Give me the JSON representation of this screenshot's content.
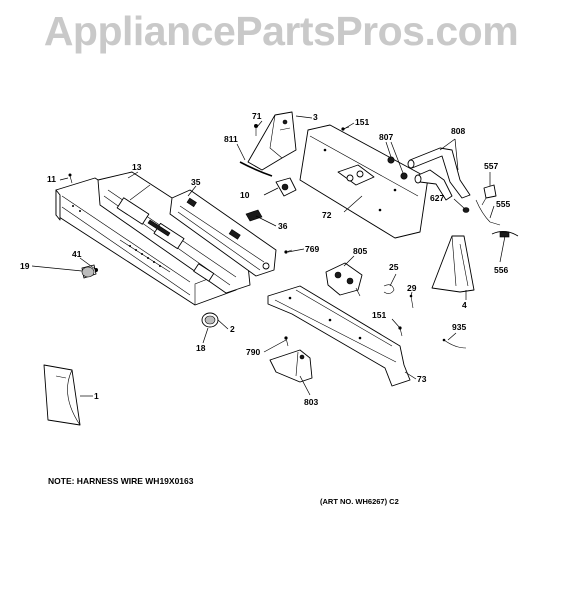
{
  "watermark": "AppliancePartsPros.com",
  "note": "NOTE: HARNESS WIRE WH19X0163",
  "art_no": "(ART NO. WH6267) C2",
  "callouts": {
    "c1": "1",
    "c2": "2",
    "c3": "3",
    "c4": "4",
    "c10": "10",
    "c11": "11",
    "c13": "13",
    "c18": "18",
    "c19": "19",
    "c25": "25",
    "c29": "29",
    "c35": "35",
    "c36": "36",
    "c41": "41",
    "c71": "71",
    "c72": "72",
    "c73": "73",
    "c151a": "151",
    "c151b": "151",
    "c555": "555",
    "c556": "556",
    "c557": "557",
    "c627": "627",
    "c769": "769",
    "c790": "790",
    "c803": "803",
    "c805": "805",
    "c807": "807",
    "c808": "808",
    "c811": "811",
    "c935": "935"
  }
}
